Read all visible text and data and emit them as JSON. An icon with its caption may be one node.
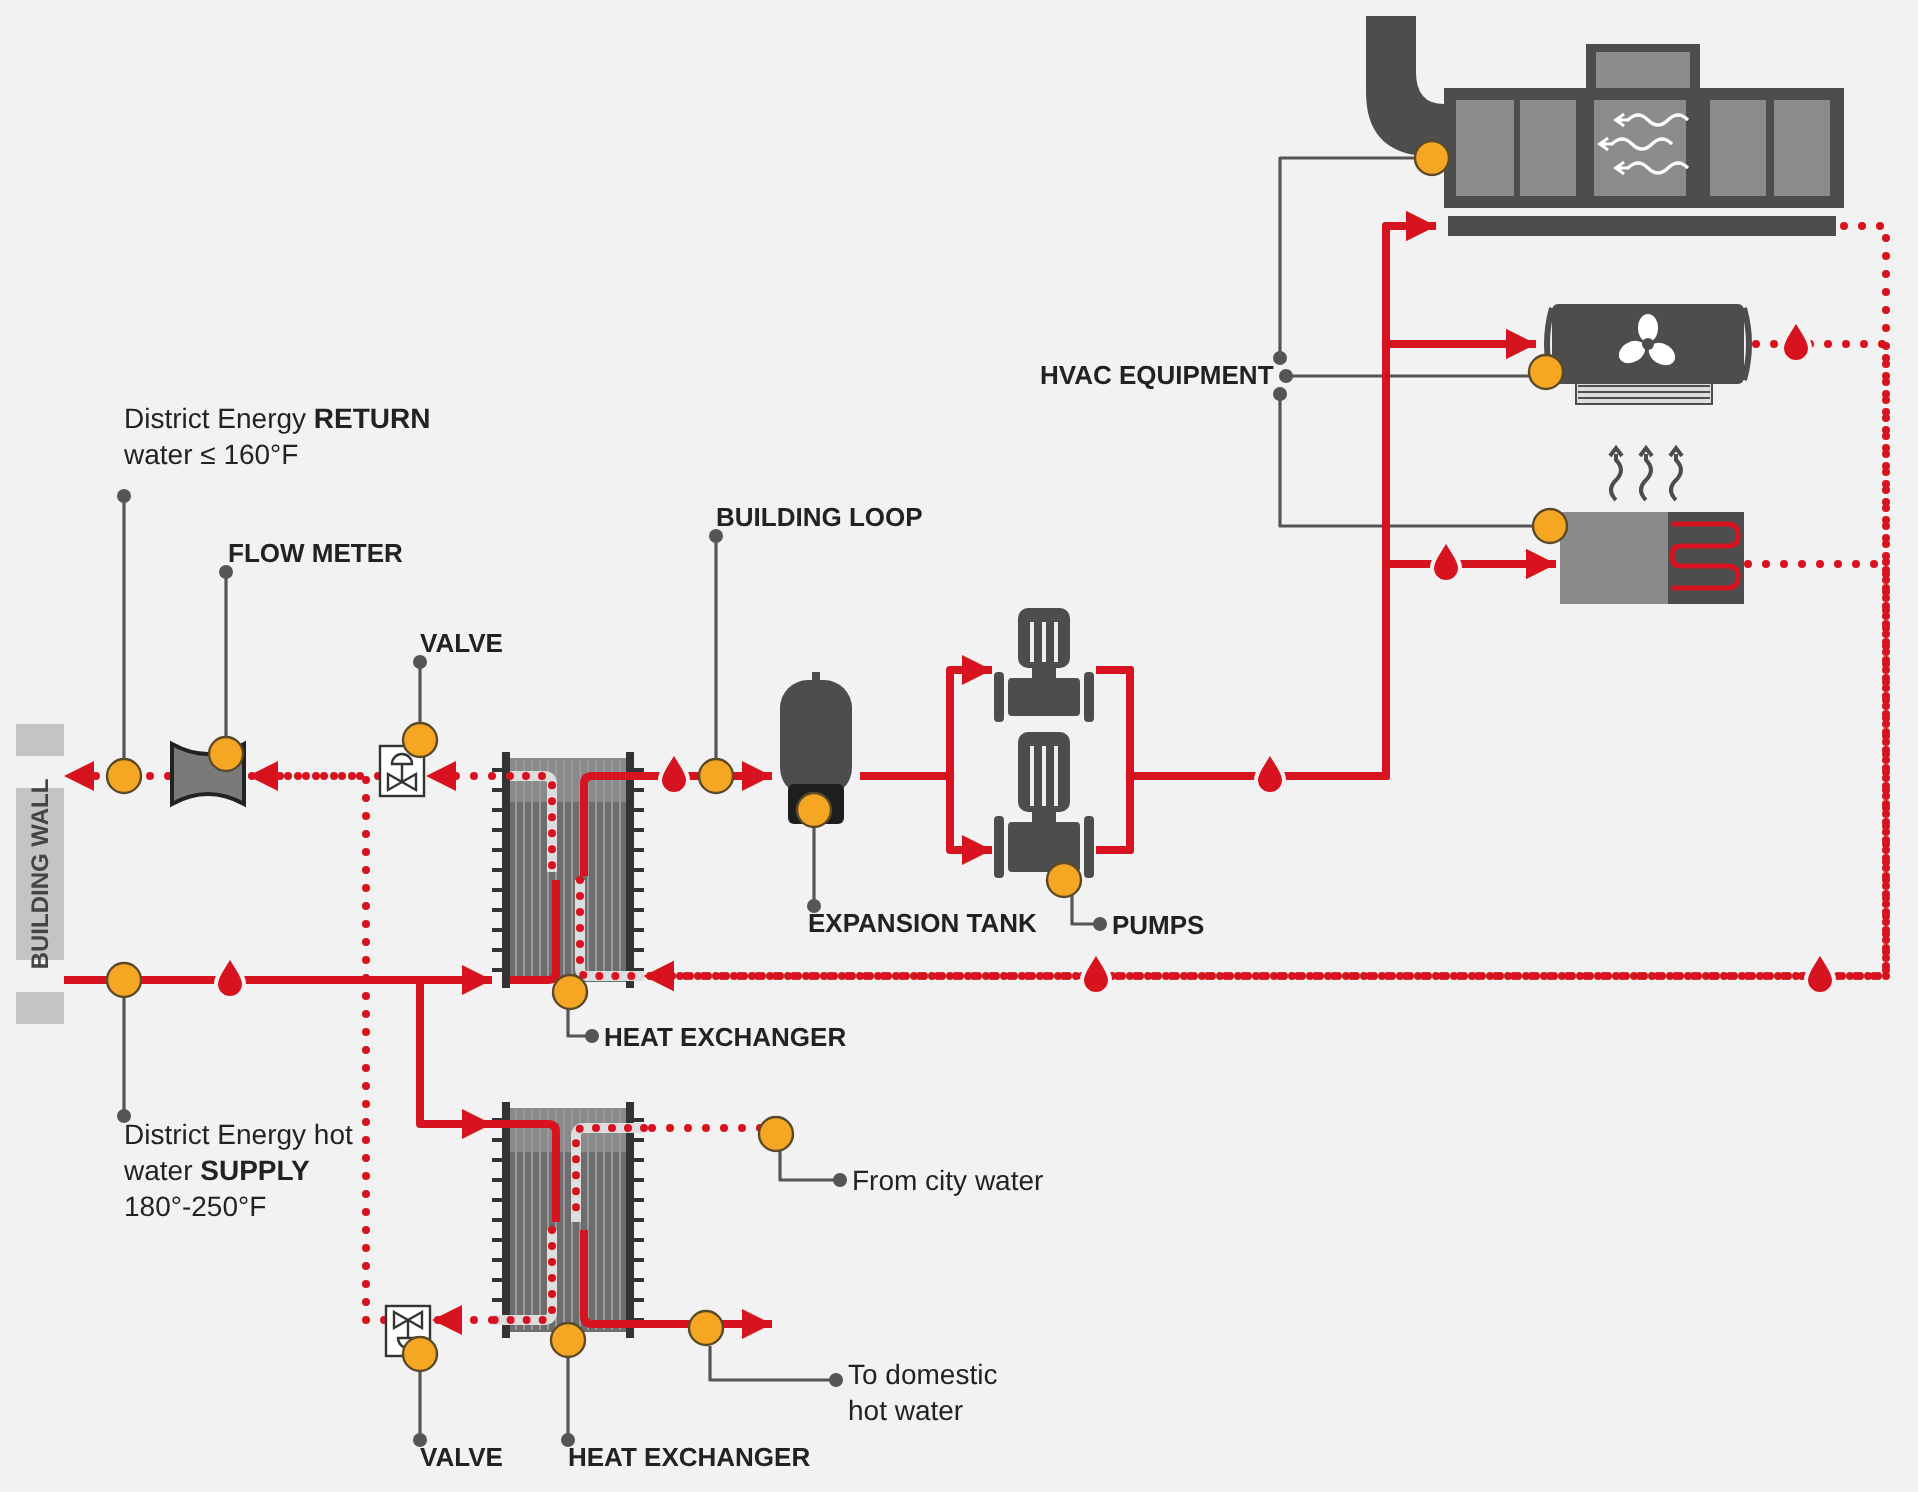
{
  "diagram": {
    "nodes": [
      {
        "text": [
          "District Energy **RETURN** water ≤ 160°F"
        ]
      },
      {
        "text": [
          "FLOW METER"
        ]
      },
      {
        "text": [
          "VALVE"
        ]
      },
      {
        "text": [
          "BUILDING LOOP"
        ]
      },
      {
        "text": [
          "EXPANSION TANK"
        ]
      },
      {
        "text": [
          "PUMPS"
        ]
      },
      {
        "text": [
          "HVAC EQUIPMENT"
        ]
      },
      {
        "text": [
          "HEAT EXCHANGER"
        ]
      },
      {
        "text": [
          "District Energy hot water **SUPPLY** 180°-250°F"
        ]
      },
      {
        "text": [
          "From city water"
        ]
      },
      {
        "text": [
          "To domestic hot water"
        ]
      },
      {
        "text": [
          "VALVE"
        ]
      },
      {
        "text": [
          "HEAT EXCHANGER"
        ]
      },
      {
        "text": [
          "BUILDING WALL"
        ]
      },
      {
        "text": [],
        "shape": "box"
      },
      {
        "text": [],
        "shape": "picture"
      },
      {
        "text": [],
        "shape": "picture"
      },
      {
        "text": [],
        "shape": "cylinder"
      },
      {
        "text": [],
        "shape": "picture"
      },
      {
        "text": [],
        "shape": "picture"
      },
      {
        "text": [],
        "shape": "picture"
      },
      {
        "text": [],
        "shape": "picture"
      },
      {
        "text": [],
        "shape": "picture"
      },
      {
        "text": [],
        "shape": "picture"
      },
      {
        "text": [],
        "shape": "picture"
      }
    ],
    "edges": [
      {
        "from": 0,
        "to": null,
        "arrow": "other",
        "color": "#555555"
      },
      {
        "from": 1,
        "to": 14,
        "arrow": "other",
        "color": "#555555"
      },
      {
        "from": 2,
        "to": 15,
        "arrow": "other",
        "color": "#555555"
      },
      {
        "from": 3,
        "to": 16,
        "arrow": "other",
        "color": "#555555"
      },
      {
        "from": 4,
        "to": 17,
        "arrow": "other",
        "color": "#555555"
      },
      {
        "from": 5,
        "to": 19,
        "arrow": "other",
        "color": "#555555"
      },
      {
        "from": 6,
        "to": 20,
        "arrow": "other",
        "color": "#555555"
      },
      {
        "from": 6,
        "to": 21,
        "arrow": "other",
        "color": "#555555"
      },
      {
        "from": 6,
        "to": 22,
        "arrow": "other",
        "color": "#555555"
      },
      {
        "from": 7,
        "to": 16,
        "arrow": "other",
        "color": "#555555"
      },
      {
        "from": 8,
        "to": 13,
        "arrow": "other",
        "color": "#555555"
      },
      {
        "from": 9,
        "to": null,
        "arrow": "other",
        "color": "#555555"
      },
      {
        "from": 10,
        "to": 23,
        "arrow": "other",
        "color": "#555555"
      },
      {
        "from": 11,
        "to": 24,
        "arrow": "other",
        "color": "#555555"
      },
      {
        "from": 12,
        "to": 23,
        "arrow": "other",
        "color": "#555555"
      },
      {
        "from": 13,
        "to": 16,
        "arrow": "to"
      },
      {
        "from": 13,
        "to": 23,
        "arrow": "to"
      },
      {
        "from": 16,
        "to": 15,
        "arrow": "to",
        "style": "dashed"
      },
      {
        "from": 15,
        "to": 14,
        "arrow": "none",
        "style": "dashed"
      },
      {
        "from": 14,
        "to": 13,
        "arrow": "to",
        "style": "dashed"
      },
      {
        "from": 23,
        "to": 24,
        "arrow": "to",
        "style": "dashed"
      },
      {
        "from": 24,
        "to": 14,
        "arrow": "to",
        "style": "dashed"
      },
      {
        "from": 16,
        "to": 17,
        "arrow": "to"
      },
      {
        "from": 17,
        "to": 18,
        "arrow": "to"
      },
      {
        "from": 17,
        "to": 19,
        "arrow": "to"
      },
      {
        "from": 18,
        "to": 20,
        "arrow": "to"
      },
      {
        "from": 18,
        "to": 21,
        "arrow": "to"
      },
      {
        "from": 18,
        "to": 22,
        "arrow": "to"
      },
      {
        "from": 19,
        "to": 20,
        "arrow": "to"
      },
      {
        "from": 19,
        "to": 21,
        "arrow": "to"
      },
      {
        "from": 19,
        "to": 22,
        "arrow": "to"
      },
      {
        "from": 20,
        "to": 16,
        "arrow": "to",
        "style": "dashed"
      },
      {
        "from": 21,
        "to": 16,
        "arrow": "to",
        "style": "dashed"
      },
      {
        "from": 22,
        "to": 16,
        "arrow": "to",
        "style": "dashed"
      },
      {
        "from": null,
        "to": 23,
        "arrow": "none",
        "style": "dashed"
      },
      {
        "from": 23,
        "to": null,
        "arrow": "to"
      }
    ]
  }
}
